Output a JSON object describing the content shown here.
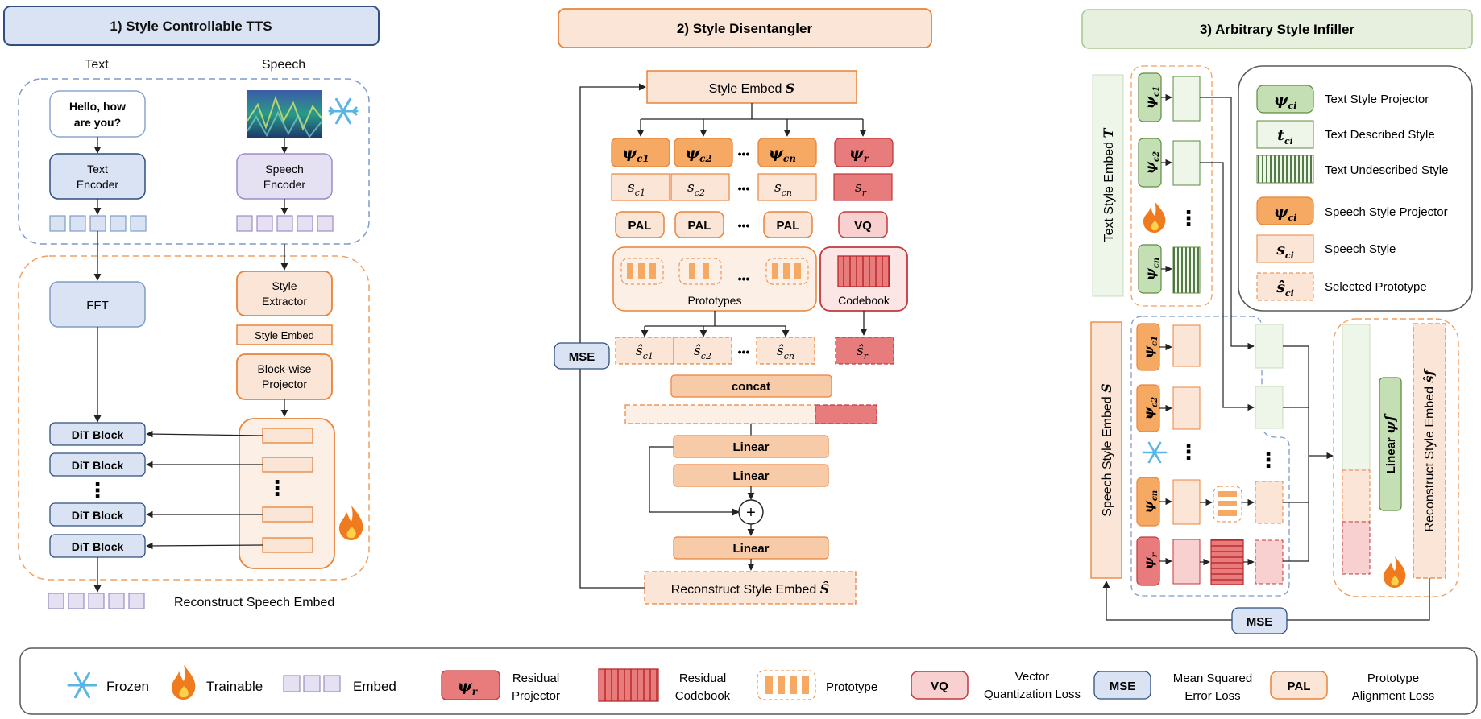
{
  "titles": {
    "tts": "1) Style Controllable TTS",
    "disentangler": "2) Style Disentangler",
    "infiller": "3) Arbitrary Style Infiller"
  },
  "tts": {
    "text_label": "Text",
    "speech_label": "Speech",
    "hello_line1": "Hello, how",
    "hello_line2": "are you?",
    "text_encoder_line1": "Text",
    "text_encoder_line2": "Encoder",
    "speech_encoder_line1": "Speech",
    "speech_encoder_line2": "Encoder",
    "fft": "FFT",
    "style_extractor_line1": "Style",
    "style_extractor_line2": "Extractor",
    "style_embed": "Style Embed",
    "projector_line1": "Block-wise",
    "projector_line2": "Projector",
    "dit_blocks": [
      "DiT Block",
      "DiT Block",
      "DiT Block",
      "DiT Block"
    ],
    "vdots": "⋮",
    "reconstruct": "Reconstruct Speech Embed"
  },
  "dis": {
    "style_embed": "Style Embed",
    "style_embed_symbol": "S",
    "psi": "ψ",
    "c_sub": [
      "c1",
      "c2",
      "cn"
    ],
    "r_sub": "r",
    "s_letter": "s",
    "hdots": "•••",
    "pal": "PAL",
    "vq": "VQ",
    "prototypes": "Prototypes",
    "codebook": "Codebook",
    "mse": "MSE",
    "concat": "concat",
    "linear": "Linear",
    "plus": "+",
    "reconstruct": "Reconstruct Style Embed",
    "reconstruct_symbol": "Ŝ",
    "s_hat": "ŝ"
  },
  "inf": {
    "text_style_embed": "Text Style Embed",
    "text_style_symbol": "T",
    "speech_style_embed": "Speech Style Embed",
    "speech_style_symbol": "S",
    "linear_psi_f": "Linear",
    "psi_f": "ψf",
    "reconstruct": "Reconstruct Style Embed",
    "reconstruct_symbol": "ŝf",
    "mse": "MSE",
    "vdots": "⋮",
    "legend": [
      "Text Style Projector",
      "Text Described Style",
      "Text Undescribed Style",
      "Speech Style Projector",
      "Speech Style",
      "Selected Prototype"
    ],
    "legend_symbols": [
      "ψci",
      "tci",
      "",
      "ψci",
      "sci",
      "ŝci"
    ]
  },
  "legend": {
    "frozen": "Frozen",
    "trainable": "Trainable",
    "embed": "Embed",
    "residual_projector_line1": "Residual",
    "residual_projector_line2": "Projector",
    "residual_codebook_line1": "Residual",
    "residual_codebook_line2": "Codebook",
    "prototype": "Prototype",
    "vq": "VQ",
    "vq_desc_line1": "Vector",
    "vq_desc_line2": "Quantization Loss",
    "mse": "MSE",
    "mse_desc_line1": "Mean Squared",
    "mse_desc_line2": "Error Loss",
    "pal": "PAL",
    "pal_desc_line1": "Prototype",
    "pal_desc_line2": "Alignment Loss",
    "psi_r": "ψr"
  },
  "colors": {
    "blue_fill": "#dae3f3",
    "blue_stroke": "#2f4f7f",
    "lightblue_fill": "#e8eef8",
    "orange_fill": "#f5a962",
    "orange_stroke": "#e8833a",
    "peach_fill": "#fbe5d6",
    "red_fill": "#e87b7b",
    "red_stroke": "#c0393b",
    "pink_fill": "#f8d0d0",
    "green_fill": "#c5dfb4",
    "green_stroke": "#5e8c3f",
    "lightgreen_fill": "#eef5e9",
    "lavender_fill": "#e6e0f3",
    "lavender_stroke": "#9c8cc8"
  }
}
